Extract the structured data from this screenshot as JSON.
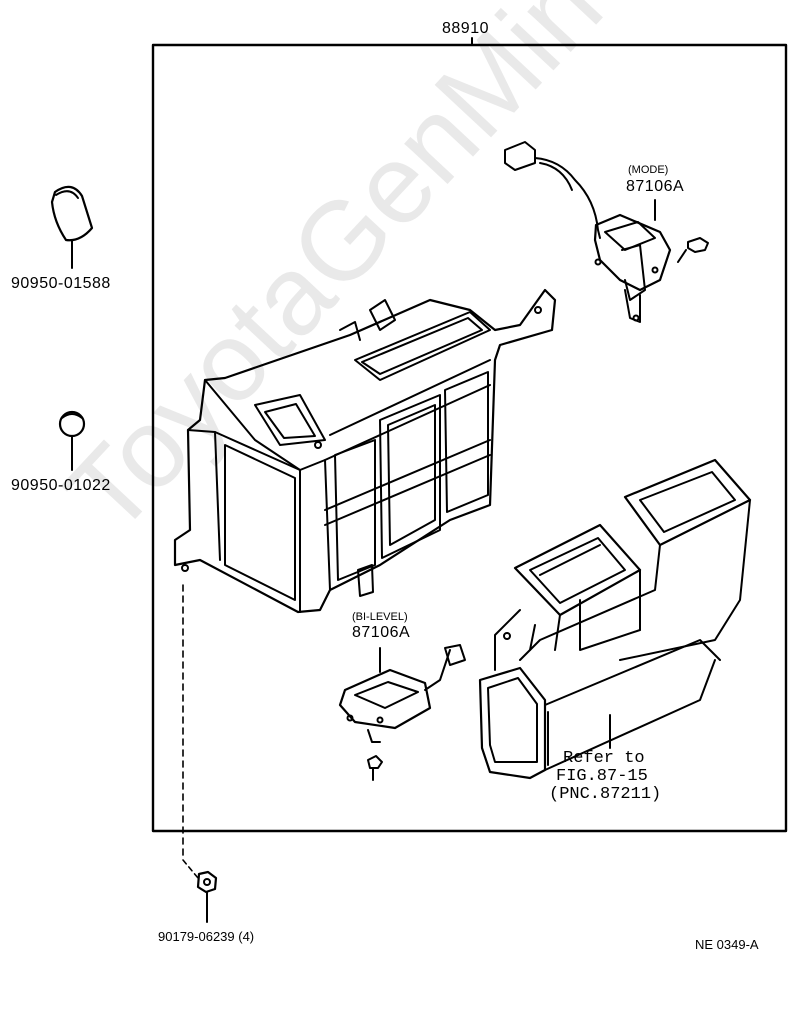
{
  "assembly_number": "88910",
  "parts": {
    "plug_upper": "90950-01588",
    "plug_lower": "90950-01022",
    "nut": "90179-06239 (4)",
    "mode_tag": "(MODE)",
    "mode_servo": "87106A",
    "bilevel_tag": "(BI-LEVEL)",
    "bilevel_servo": "87106A"
  },
  "reference": {
    "line1": "Refer to",
    "line2": "FIG.87-15",
    "line3": "(PNC.87211)"
  },
  "figure_code": "NE 0349-A",
  "watermark": "ToyotaGenMine.ru"
}
